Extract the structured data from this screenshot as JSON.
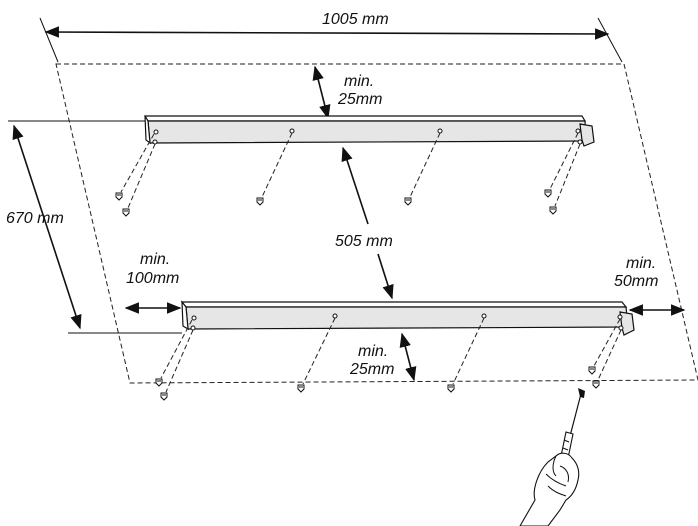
{
  "dimensions": {
    "width": "1005 mm",
    "height": "670 mm",
    "rail_spacing": "505 mm",
    "top_clearance_line1": "min.",
    "top_clearance_line2": "25mm",
    "bottom_clearance_line1": "min.",
    "bottom_clearance_line2": "25mm",
    "left_clearance_line1": "min.",
    "left_clearance_line2": "100mm",
    "right_clearance_line1": "min.",
    "right_clearance_line2": "50mm"
  },
  "colors": {
    "line": "#111111",
    "rail_face": "#e6e6e6",
    "background": "#ffffff"
  },
  "icons": [
    "screw-icon",
    "screwdriver-icon",
    "hand-icon"
  ]
}
